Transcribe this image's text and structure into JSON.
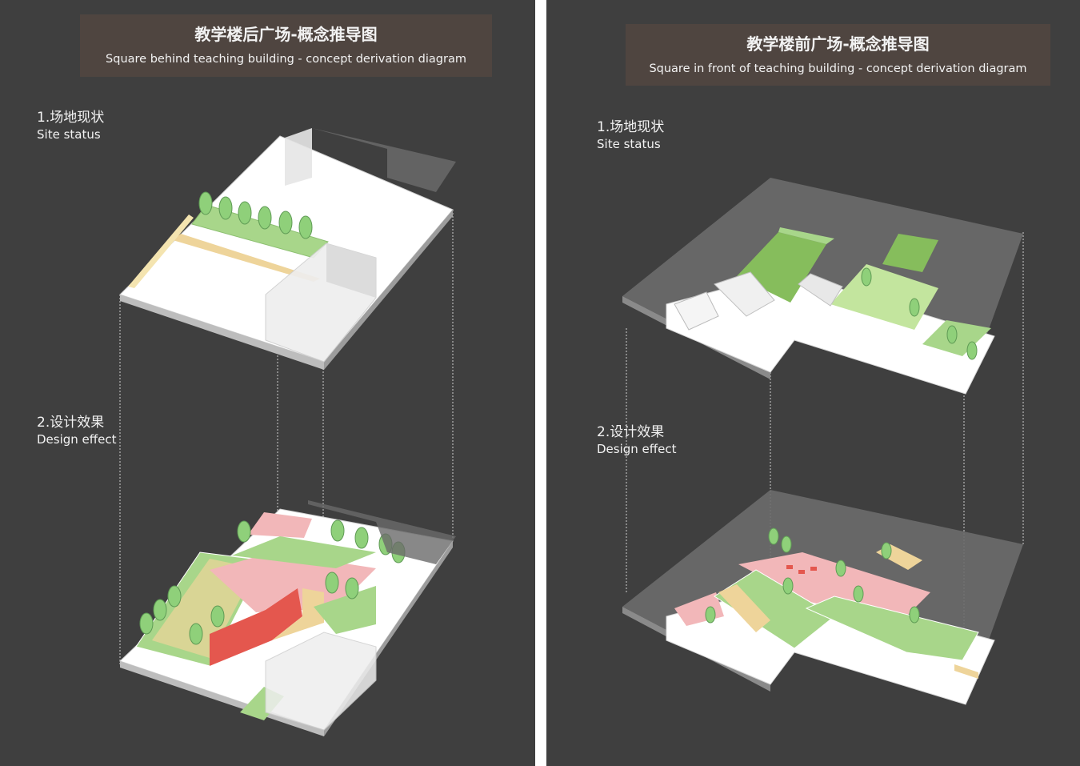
{
  "left": {
    "title_cn": "教学楼后广场-概念推导图",
    "title_en": "Square behind teaching building - concept derivation diagram",
    "step1_cn": "1.场地现状",
    "step1_en": "Site status",
    "step2_cn": "2.设计效果",
    "step2_en": "Design effect"
  },
  "right": {
    "title_cn": "教学楼前广场-概念推导图",
    "title_en": "Square in front of teaching building - concept derivation diagram",
    "step1_cn": "1.场地现状",
    "step1_en": "Site status",
    "step2_cn": "2.设计效果",
    "step2_en": "Design effect"
  },
  "colors": {
    "background": "#3f3f3f",
    "title_box": "#4f4540",
    "lawn": "#a8d68a",
    "plaza_pink": "#f2b7b9",
    "steps_red": "#e4574e",
    "timber": "#eed49a"
  }
}
